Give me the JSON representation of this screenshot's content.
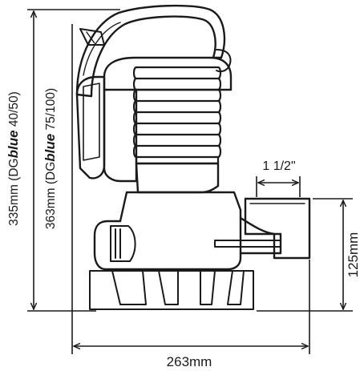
{
  "dimensions": {
    "width_total": "263mm",
    "outlet_height": "125mm",
    "outlet_size": "1 1/2\"",
    "height_line1": {
      "value": "335mm (DG",
      "brand": "blue",
      "model": " 40/50)"
    },
    "height_line2": {
      "value": "363mm (DG",
      "brand": "blue",
      "model": " 75/100)"
    }
  },
  "colors": {
    "line": "#1a1a1a",
    "paper": "#ffffff"
  }
}
